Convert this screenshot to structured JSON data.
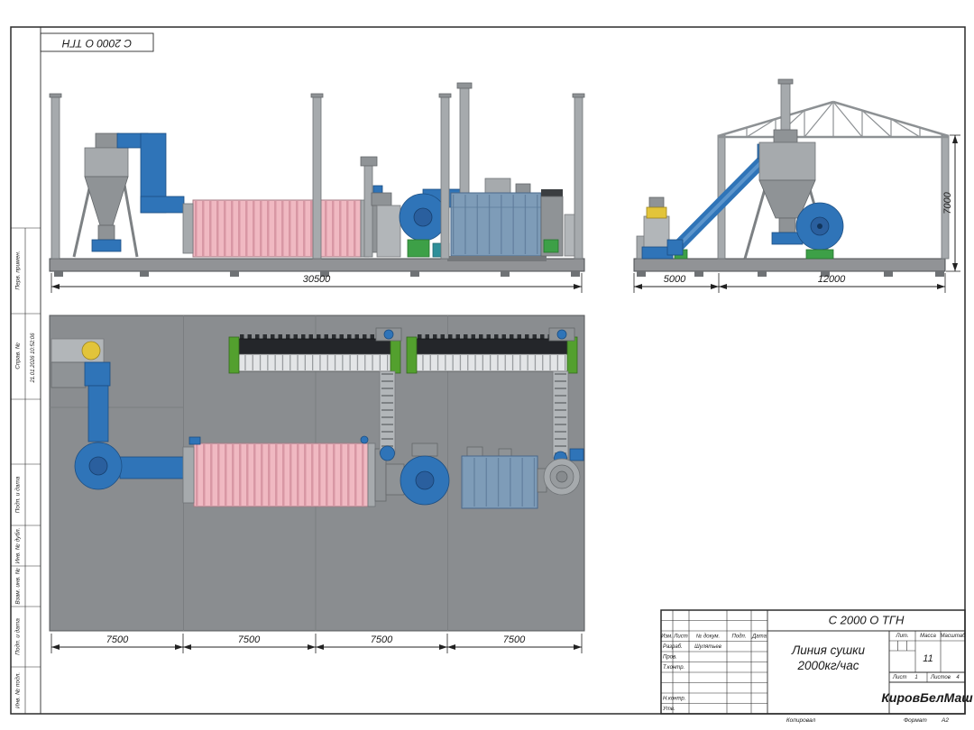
{
  "stamp": {
    "code_rotated": "С 2000 О ТГН"
  },
  "frame": {
    "fields": {
      "perv": "Перв. примен.",
      "sprav": "Справ. №",
      "stamp_value": "21.01.2026 10:52:06",
      "podp1": "Подп. и дата",
      "inv_dubl": "Инв. № дубл.",
      "vzam": "Взам. инв. №",
      "podp2": "Подп. и дата",
      "inv_podl": "Инв. № подл."
    },
    "footer": {
      "copied": "Копировал",
      "format_label": "Формат",
      "format_value": "А2"
    }
  },
  "dims": {
    "side_total": "30500",
    "end_left": "5000",
    "end_right": "12000",
    "end_height": "7000",
    "plan": [
      "7500",
      "7500",
      "7500",
      "7500"
    ]
  },
  "title_block": {
    "code": "С 2000 О ТГН",
    "product_line1": "Линия сушки",
    "product_line2": "2000кг/час",
    "company": "КировБелМаш",
    "cols": {
      "izm": "Изм.",
      "list": "Лист",
      "doc": "№ докум.",
      "podp": "Подп.",
      "data": "Дата"
    },
    "rows": {
      "razrab_label": "Разраб.",
      "razrab_name": "Шулятьев",
      "prov_label": "Пров.",
      "tkontr_label": "Т.контр.",
      "nkontr_label": "Н.контр.",
      "utv_label": "Утв."
    },
    "right": {
      "lit": "Лит.",
      "massa": "Масса",
      "masshtab": "Масштаб",
      "massa_value": "11",
      "list_label": "Лист",
      "list_value": "1",
      "listov_label": "Листов",
      "listov_value": "4"
    }
  },
  "colors": {
    "duct_blue": "#2f74b8",
    "drum_pink": "#f0b9c2",
    "generator_steel": "#7e9cb8",
    "platform_gray": "#919396",
    "conveyor_green": "#53a02e",
    "accent_yellow": "#e2c43a"
  }
}
